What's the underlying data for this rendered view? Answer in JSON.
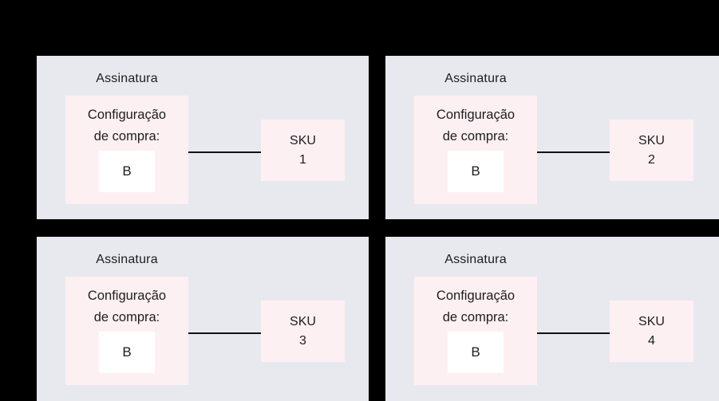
{
  "colors": {
    "canvas_bg": "#000000",
    "panel_bg": "#e8e9ee",
    "box_pink": "#fdf0f2",
    "value_bg": "#ffffff",
    "text": "#1d1d1f",
    "line": "#111111"
  },
  "panels": [
    {
      "title": "Assinatura",
      "config_line1": "Configuração",
      "config_line2": "de compra:",
      "value": "B",
      "sku_label": "SKU",
      "sku_number": "1"
    },
    {
      "title": "Assinatura",
      "config_line1": "Configuração",
      "config_line2": "de compra:",
      "value": "B",
      "sku_label": "SKU",
      "sku_number": "2"
    },
    {
      "title": "Assinatura",
      "config_line1": "Configuração",
      "config_line2": "de compra:",
      "value": "B",
      "sku_label": "SKU",
      "sku_number": "3"
    },
    {
      "title": "Assinatura",
      "config_line1": "Configuração",
      "config_line2": "de compra:",
      "value": "B",
      "sku_label": "SKU",
      "sku_number": "4"
    }
  ]
}
